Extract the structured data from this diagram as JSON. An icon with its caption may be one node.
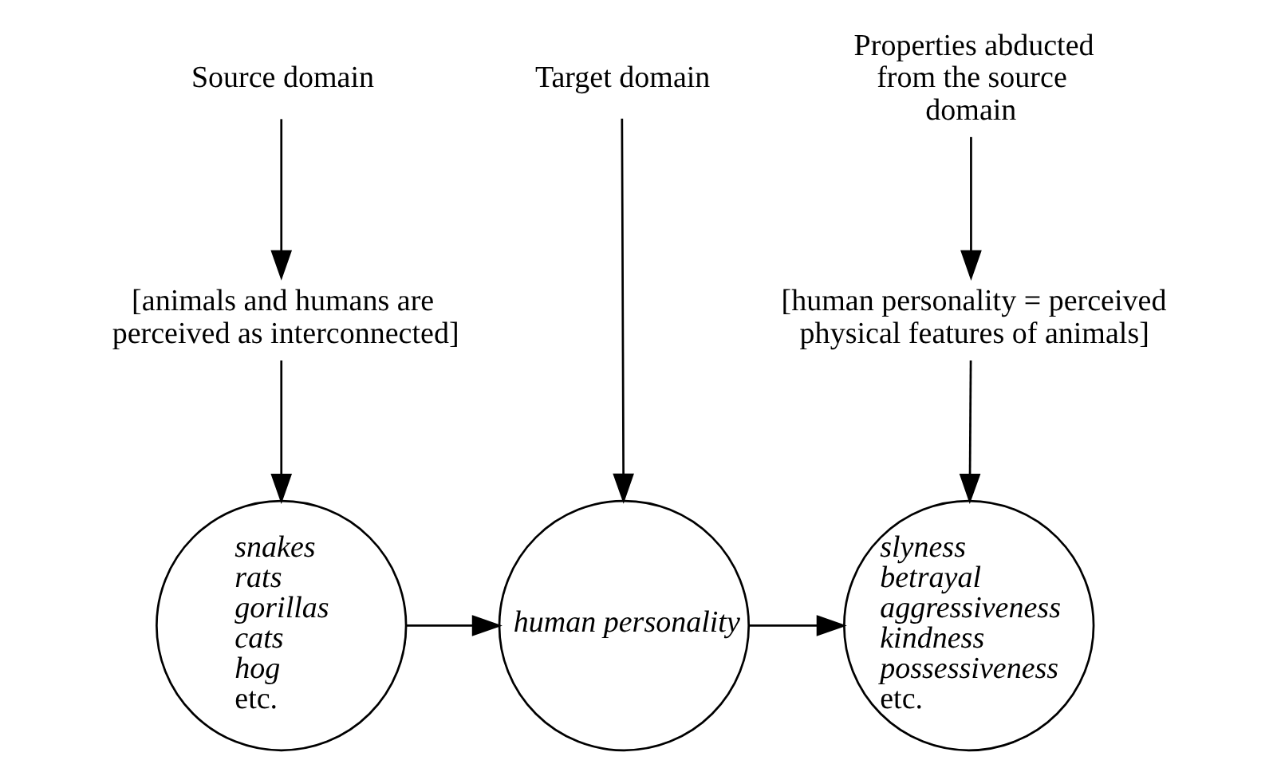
{
  "diagram": {
    "nodes": [
      {
        "text": [
          "Source domain"
        ]
      },
      {
        "text": [
          "[animals and humans are perceived as interconnected]"
        ]
      },
      {
        "text": [
          "snakes",
          "rats",
          "gorillas",
          "cats",
          "hog",
          "etc."
        ]
      },
      {
        "text": [
          "Target domain"
        ]
      },
      {
        "text": [
          "human personality"
        ]
      },
      {
        "text": [
          "Properties abducted from the source domain"
        ]
      },
      {
        "text": [
          "[human personality = perceived physical features of animals]"
        ]
      },
      {
        "text": [
          "slyness",
          "betrayal",
          "aggressiveness",
          "kindness",
          "possessiveness",
          "etc."
        ]
      }
    ],
    "edges": [
      {
        "from": 0,
        "to": 1,
        "arrow": "to"
      },
      {
        "from": 1,
        "to": 2,
        "arrow": "to"
      },
      {
        "from": 3,
        "to": 4,
        "arrow": "to"
      },
      {
        "from": 5,
        "to": 6,
        "arrow": "to"
      },
      {
        "from": 6,
        "to": 7,
        "arrow": "to"
      },
      {
        "from": 2,
        "to": 4,
        "arrow": "to"
      },
      {
        "from": 4,
        "to": 7,
        "arrow": "to"
      }
    ]
  }
}
